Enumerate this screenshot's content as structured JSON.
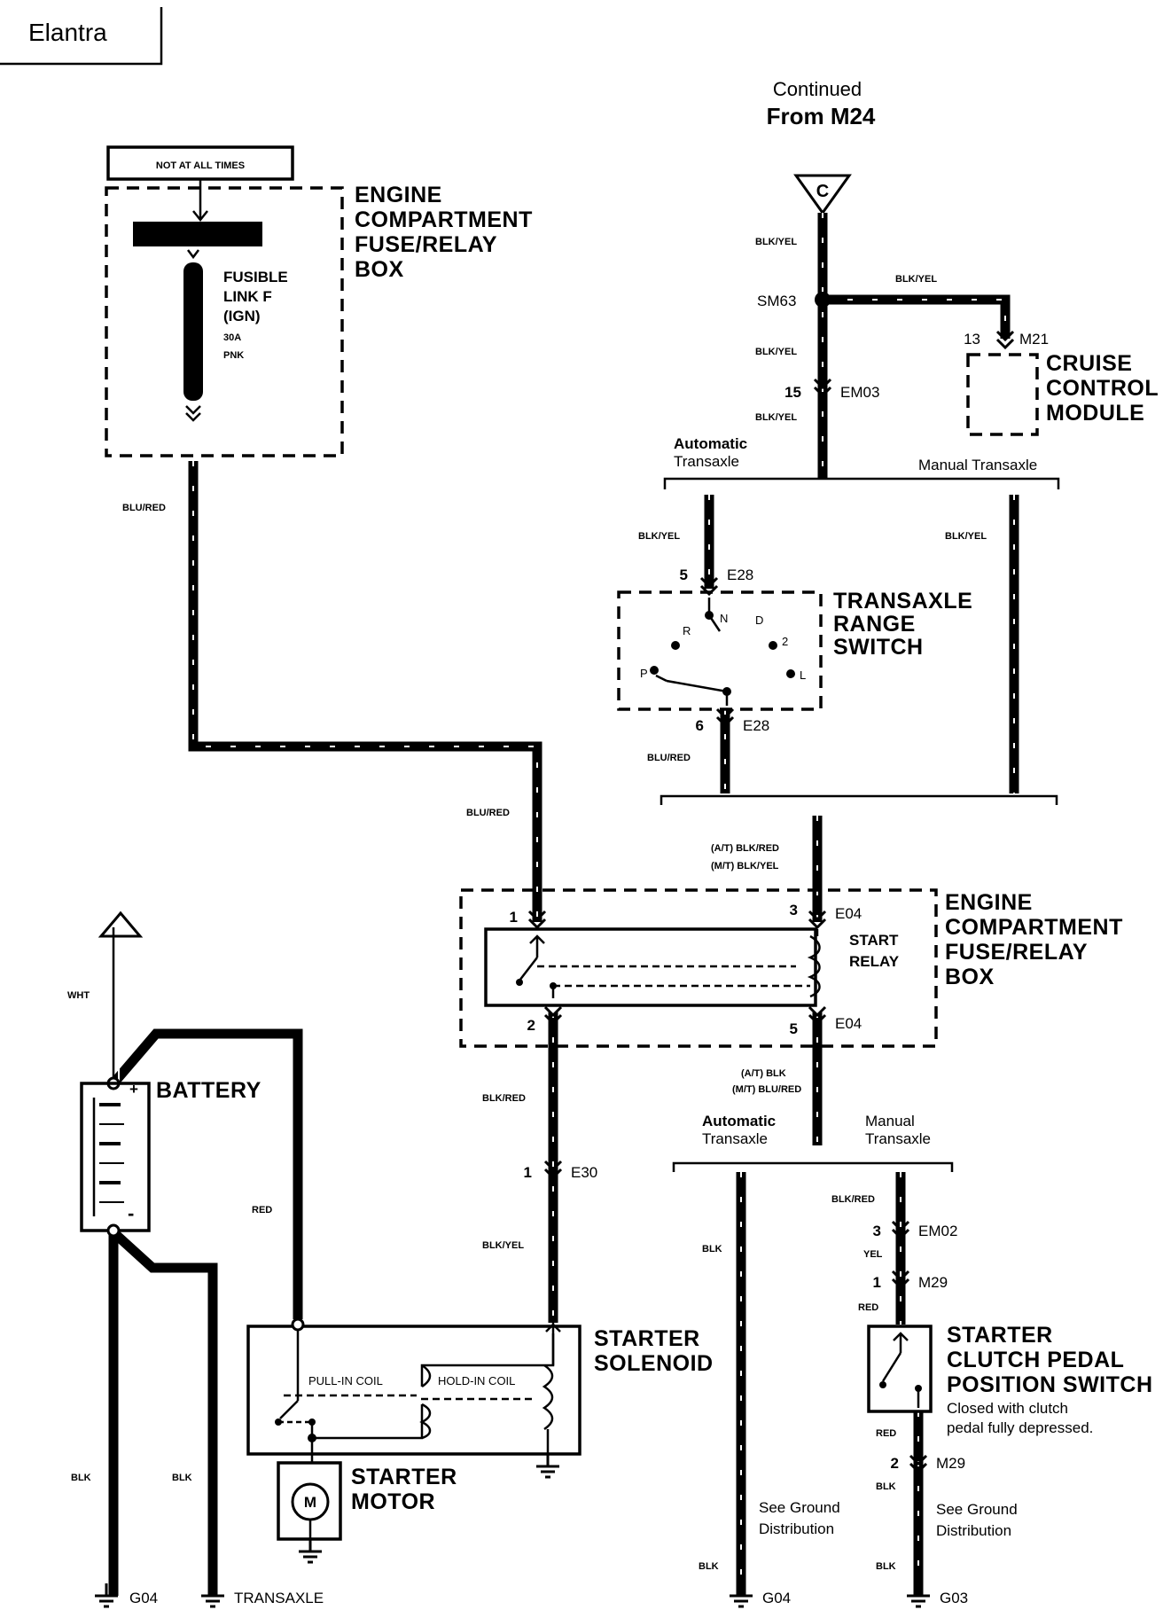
{
  "title": "Elantra",
  "continued": {
    "line1": "Continued",
    "line2": "From M24",
    "connector": "C"
  },
  "fuse_box_top": {
    "not_at_all_times": "NOT AT ALL TIMES",
    "name": [
      "ENGINE",
      "COMPARTMENT",
      "FUSE/RELAY",
      "BOX"
    ],
    "fusible_link": [
      "FUSIBLE",
      "LINK F",
      "(IGN)",
      "30A",
      "PNK"
    ]
  },
  "wire_colors": {
    "blu_red": "BLU/RED",
    "blk_yel": "BLK/YEL",
    "blk_red": "BLK/RED",
    "blk": "BLK",
    "yel": "YEL",
    "red": "RED",
    "wht": "WHT",
    "at_blk_red": "(A/T) BLK/RED",
    "mt_blk_yel": "(M/T) BLK/YEL",
    "at_blk": "(A/T) BLK",
    "mt_blu_red": "(M/T) BLU/RED"
  },
  "splice": "SM63",
  "connectors": {
    "em03": {
      "pin": "15",
      "name": "EM03"
    },
    "m21": {
      "pin": "13",
      "name": "M21"
    },
    "e28_top": {
      "pin": "5",
      "name": "E28"
    },
    "e28_bot": {
      "pin": "6",
      "name": "E28"
    },
    "e04_1": {
      "pin": "1"
    },
    "e04_3": {
      "pin": "3",
      "name": "E04"
    },
    "e04_2": {
      "pin": "2"
    },
    "e04_5": {
      "pin": "5",
      "name": "E04"
    },
    "e30": {
      "pin": "1",
      "name": "E30"
    },
    "em02": {
      "pin": "3",
      "name": "EM02"
    },
    "m29_1": {
      "pin": "1",
      "name": "M29"
    },
    "m29_2": {
      "pin": "2",
      "name": "M29"
    }
  },
  "cruise_control": [
    "CRUISE",
    "CONTROL",
    "MODULE"
  ],
  "branches": {
    "automatic": [
      "Automatic",
      "Transaxle"
    ],
    "manual": "Manual Transaxle",
    "manual_two": [
      "Manual",
      "Transaxle"
    ]
  },
  "transaxle_range_switch": {
    "name": [
      "TRANSAXLE",
      "RANGE",
      "SWITCH"
    ],
    "positions": [
      "R",
      "N",
      "D",
      "2",
      "P",
      "L"
    ]
  },
  "fuse_box_mid": {
    "name": [
      "ENGINE",
      "COMPARTMENT",
      "FUSE/RELAY",
      "BOX"
    ],
    "relay": [
      "START",
      "RELAY"
    ]
  },
  "battery": {
    "name": "BATTERY",
    "plus": "+",
    "minus": "-"
  },
  "solenoid": {
    "name": [
      "STARTER",
      "SOLENOID"
    ],
    "pull_in": "PULL-IN COIL",
    "hold_in": "HOLD-IN COIL"
  },
  "motor": {
    "name": [
      "STARTER",
      "MOTOR"
    ],
    "symbol": "M"
  },
  "clutch_switch": {
    "name": [
      "STARTER",
      "CLUTCH PEDAL",
      "POSITION SWITCH"
    ],
    "note": [
      "Closed with clutch",
      "pedal fully depressed."
    ]
  },
  "see_ground": [
    "See Ground",
    "Distribution"
  ],
  "grounds": {
    "g04": "G04",
    "transaxle": "TRANSAXLE",
    "g03": "G03"
  }
}
